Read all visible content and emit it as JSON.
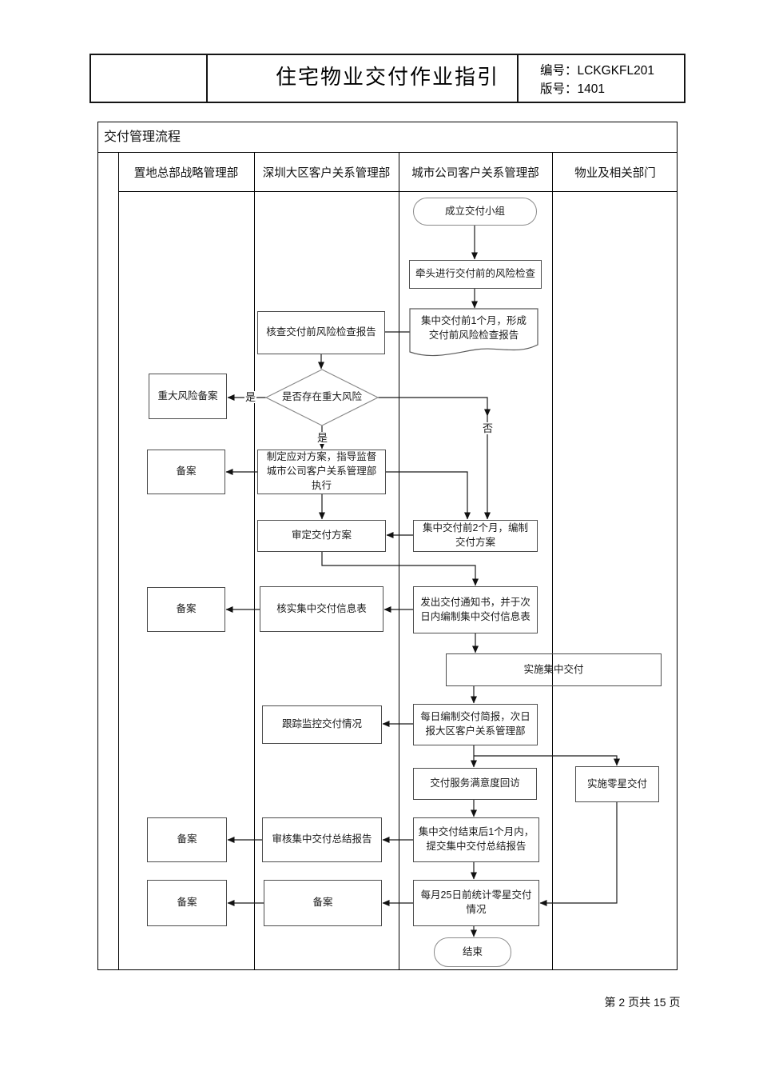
{
  "header": {
    "title": "住宅物业交付作业指引",
    "doc_no": "编号：LCKGKFL201",
    "version": "版号：1401"
  },
  "table": {
    "title": "交付管理流程",
    "columns": [
      "置地总部战略管理部",
      "深圳大区客户关系管理部",
      "城市公司客户关系管理部",
      "物业及相关部门"
    ]
  },
  "nodes": {
    "start": "成立交付小组",
    "lead_risk_check": "牵头进行交付前的风险检查",
    "review_risk_report": "核查交付前风险检查报告",
    "form_risk_report": "集中交付前1个月，形成交付前风险检查报告",
    "major_risk_record": "重大风险备案",
    "risk_decision": "是否存在重大风险",
    "response_plan": "制定应对方案，指导监督城市公司客户关系管理部执行",
    "record_1": "备案",
    "approve_plan": "审定交付方案",
    "make_plan": "集中交付前2个月，编制交付方案",
    "record_2": "备案",
    "verify_info": "核实集中交付信息表",
    "send_notice": "发出交付通知书，并于次日内编制集中交付信息表",
    "mass_delivery": "实施集中交付",
    "track_delivery": "跟踪监控交付情况",
    "daily_brief": "每日编制交付简报，次日报大区客户关系管理部",
    "satisfaction_visit": "交付服务满意度回访",
    "sporadic_delivery": "实施零星交付",
    "submit_summary": "集中交付结束后1个月内，提交集中交付总结报告",
    "review_summary": "审核集中交付总结报告",
    "record_3": "备案",
    "monthly_stats": "每月25日前统计零星交付情况",
    "record_4": "备案",
    "record_5": "备案",
    "end": "结束"
  },
  "edge_labels": {
    "yes_left": "是",
    "yes_down": "是",
    "no": "否"
  },
  "footer": {
    "page_info": "第 2 页共 15 页"
  }
}
